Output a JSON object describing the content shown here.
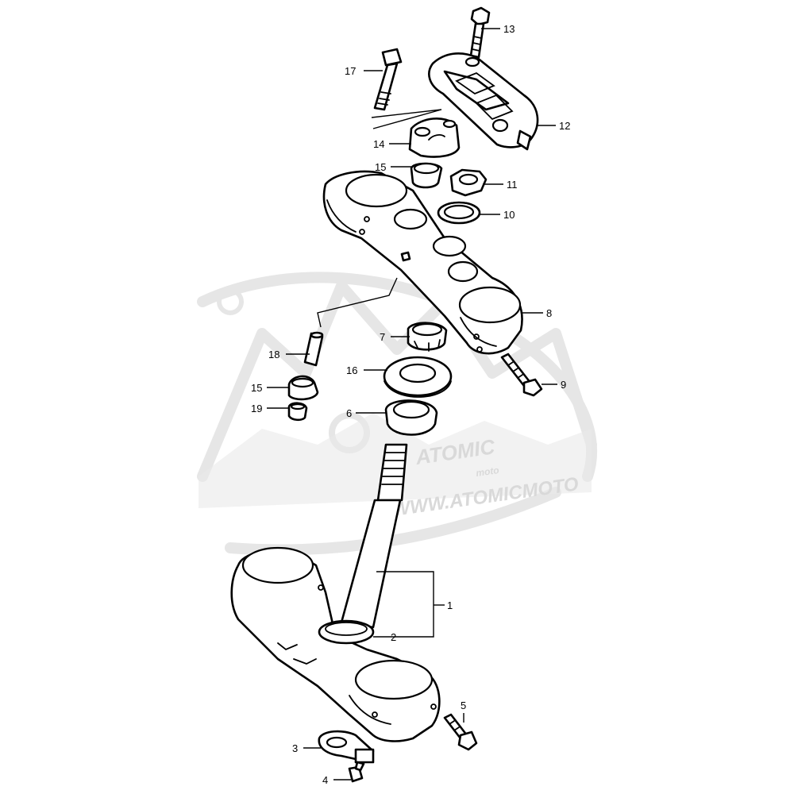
{
  "diagram": {
    "watermark": {
      "brand": "ATOMIC",
      "sub": "moto",
      "url": "WWW.ATOMICMOTO"
    },
    "callouts": [
      {
        "id": "1",
        "label": "1"
      },
      {
        "id": "2",
        "label": "2"
      },
      {
        "id": "3",
        "label": "3"
      },
      {
        "id": "4",
        "label": "4"
      },
      {
        "id": "5",
        "label": "5"
      },
      {
        "id": "6",
        "label": "6"
      },
      {
        "id": "7",
        "label": "7"
      },
      {
        "id": "8",
        "label": "8"
      },
      {
        "id": "9",
        "label": "9"
      },
      {
        "id": "10",
        "label": "10"
      },
      {
        "id": "11",
        "label": "11"
      },
      {
        "id": "12",
        "label": "12"
      },
      {
        "id": "13",
        "label": "13"
      },
      {
        "id": "14",
        "label": "14"
      },
      {
        "id": "15a",
        "label": "15"
      },
      {
        "id": "15b",
        "label": "15"
      },
      {
        "id": "16",
        "label": "16"
      },
      {
        "id": "17",
        "label": "17"
      },
      {
        "id": "18",
        "label": "18"
      },
      {
        "id": "19",
        "label": "19"
      }
    ]
  }
}
